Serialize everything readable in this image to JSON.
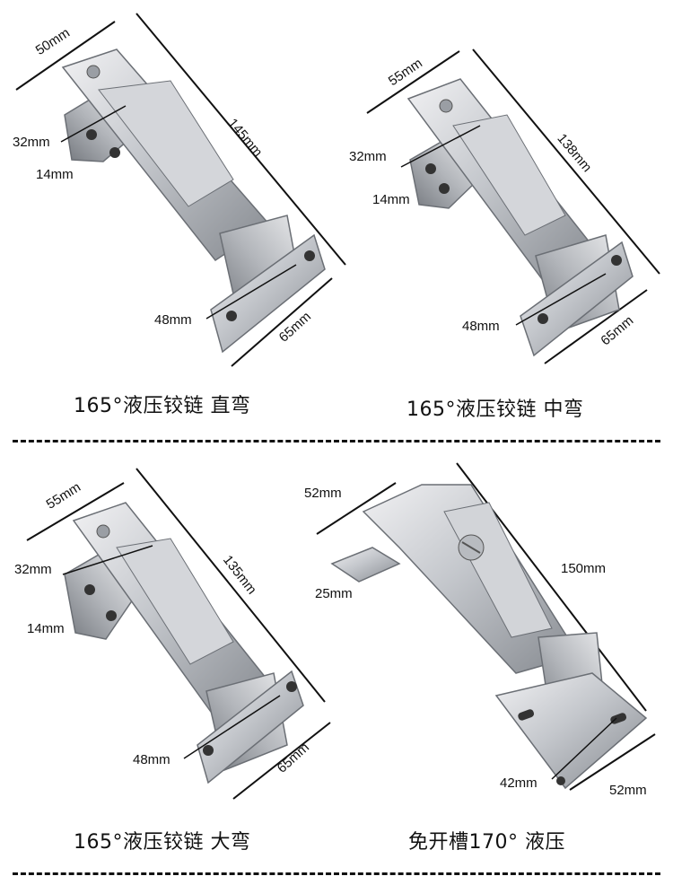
{
  "panels": [
    {
      "caption": "165°液压铰链 直弯",
      "dims": {
        "top": "50mm",
        "long": "145mm",
        "hole_a": "32mm",
        "hole_b": "14mm",
        "plate_hole": "48mm",
        "plate": "65mm"
      }
    },
    {
      "caption": "165°液压铰链 中弯",
      "dims": {
        "top": "55mm",
        "long": "138mm",
        "hole_a": "32mm",
        "hole_b": "14mm",
        "plate_hole": "48mm",
        "plate": "65mm"
      }
    },
    {
      "caption": "165°液压铰链 大弯",
      "dims": {
        "top": "55mm",
        "long": "135mm",
        "hole_a": "32mm",
        "hole_b": "14mm",
        "plate_hole": "48mm",
        "plate": "65mm"
      }
    },
    {
      "caption": "免开槽170° 液压",
      "dims": {
        "top": "52mm",
        "long": "150mm",
        "hole_a": "25mm",
        "plate_hole": "42mm",
        "plate": "52mm"
      }
    }
  ],
  "colors": {
    "metal_light": "#e6e6e8",
    "metal_mid": "#b9bcc1",
    "metal_dark": "#7d8187",
    "line": "#111111"
  }
}
